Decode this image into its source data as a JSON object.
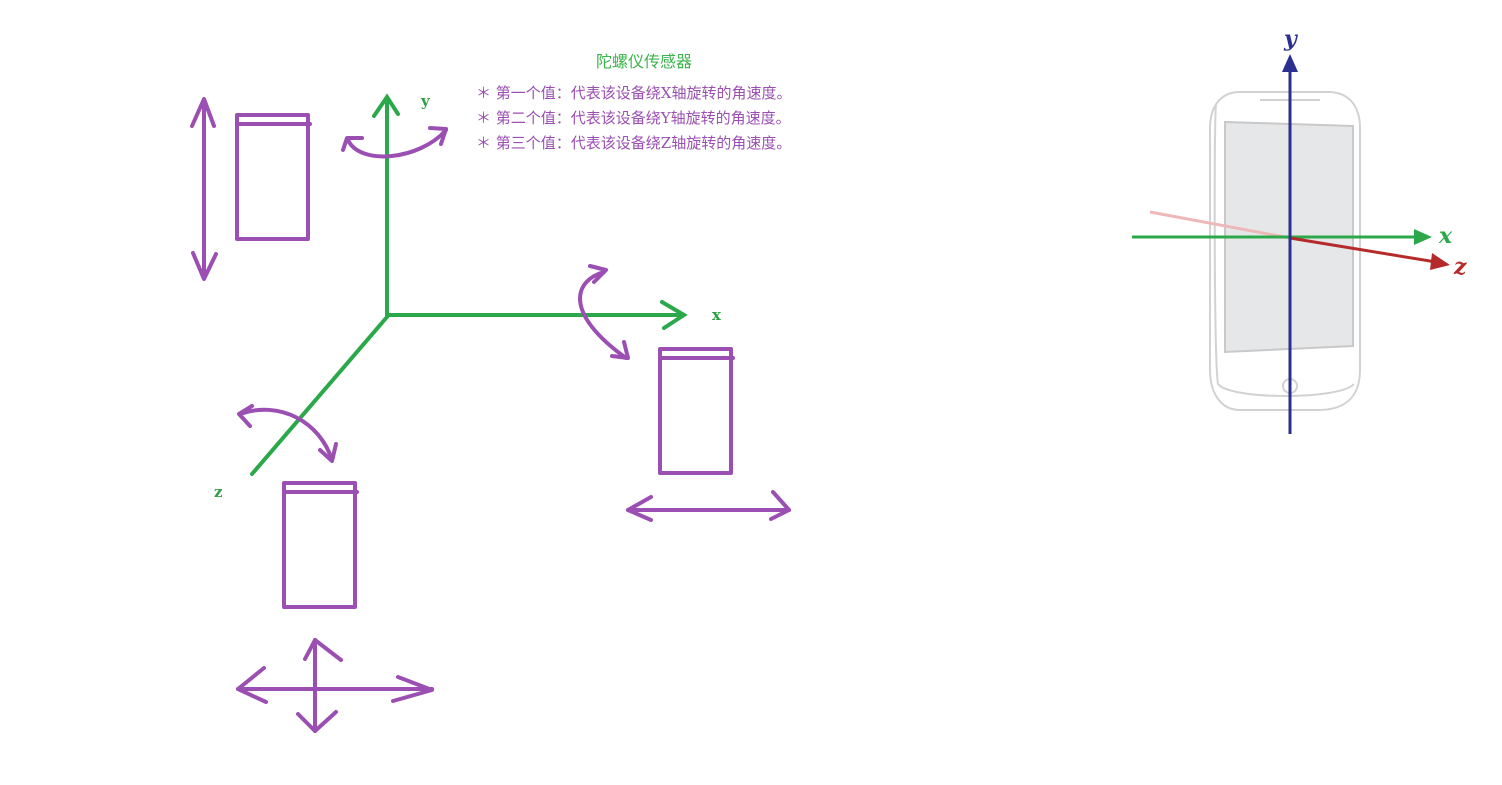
{
  "title": "陀螺仪传感器",
  "descriptions": [
    "＊ 第一个值：代表该设备绕X轴旋转的角速度。",
    "＊ 第二个值：代表该设备绕Y轴旋转的角速度。",
    "＊ 第三个值：代表该设备绕Z轴旋转的角速度。"
  ],
  "left_diagram": {
    "axis_labels": {
      "x": "x",
      "y": "y",
      "z": "z"
    },
    "colors": {
      "axis": "#2aa84a",
      "annotation": "#9b4fb2"
    }
  },
  "phone_diagram": {
    "axis_labels": {
      "x": "x",
      "y": "y",
      "z": "z"
    },
    "colors": {
      "x_axis": "#2aa84a",
      "y_axis": "#2b2f8f",
      "z_axis": "#b52a2a",
      "phone": "#d2d2d2"
    }
  }
}
